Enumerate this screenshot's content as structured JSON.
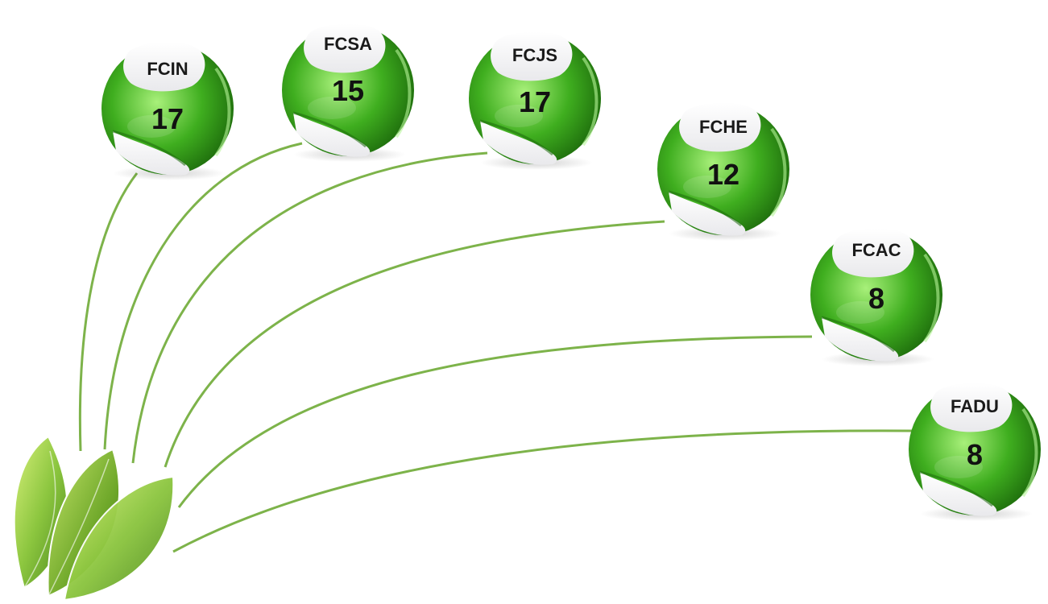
{
  "colors": {
    "link": "#7db34a",
    "sphere_green": "#3fae1f",
    "sphere_light": "#a8f07a",
    "cap": "#e9e9ec",
    "leaf": "#8cc63f"
  },
  "root": {
    "icon": "leaf-cluster-icon"
  },
  "nodes": [
    {
      "id": "fcin",
      "label": "FCIN",
      "value": "17"
    },
    {
      "id": "fcsa",
      "label": "FCSA",
      "value": "15"
    },
    {
      "id": "fcjs",
      "label": "FCJS",
      "value": "17"
    },
    {
      "id": "fche",
      "label": "FCHE",
      "value": "12"
    },
    {
      "id": "fcac",
      "label": "FCAC",
      "value": "8"
    },
    {
      "id": "fadu",
      "label": "FADU",
      "value": "8"
    }
  ]
}
